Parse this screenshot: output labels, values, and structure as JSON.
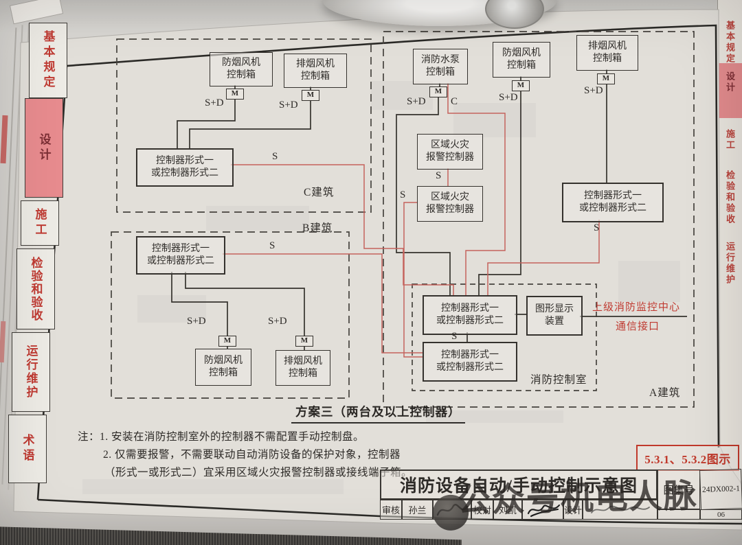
{
  "photo": {
    "watermark_text": "公众号机电人脉"
  },
  "sidebar": {
    "tabs": [
      {
        "label": "基本规定",
        "active": false
      },
      {
        "label": "设计",
        "active": true
      },
      {
        "label": "施工",
        "active": false
      },
      {
        "label": "检验和验收",
        "active": false
      },
      {
        "label": "运行维护",
        "active": false
      },
      {
        "label": "术语",
        "active": false
      }
    ]
  },
  "edge_tabs": {
    "t0": "基本规定",
    "t1": "设计",
    "t2": "施工",
    "t3": "检验和验收",
    "t4": "运行维护"
  },
  "diagram": {
    "caption": "方案三（两台及以上控制器）",
    "regions": {
      "building_c": "C建筑",
      "building_b": "B建筑",
      "building_a": "A建筑",
      "control_room": "消防控制室",
      "uplink_line1": "上级消防监控中心",
      "uplink_line2": "通信接口"
    },
    "boxes": {
      "c_smoke_fan": "防烟风机\n控制箱",
      "c_exhaust_fan": "排烟风机\n控制箱",
      "c_controller": "控制器形式一\n或控制器形式二",
      "b_controller": "控制器形式一\n或控制器形式二",
      "b_smoke_fan": "防烟风机\n控制箱",
      "b_exhaust_fan": "排烟风机\n控制箱",
      "a_pump": "消防水泵\n控制箱",
      "a_smoke_fan": "防烟风机\n控制箱",
      "a_exhaust_fan": "排烟风机\n控制箱",
      "a_alarm1": "区域火灾\n报警控制器",
      "a_alarm2": "区域火灾\n报警控制器",
      "a_controller": "控制器形式一\n或控制器形式二",
      "cr_controller1": "控制器形式一\n或控制器形式二",
      "cr_display": "图形显示\n装置",
      "cr_controller2": "控制器形式一\n或控制器形式二"
    },
    "wire_labels": {
      "sd": "S+D",
      "s": "S",
      "c": "C",
      "m": "M"
    }
  },
  "notes": {
    "lines": [
      "注：1. 安装在消防控制室外的控制器不需配置手动控制盘。",
      "2. 仅需要报警，不需要联动自动消防设备的保护对象，控制器",
      "（形式一或形式二）宜采用区域火灾报警控制器或接线端子箱。"
    ]
  },
  "title_block": {
    "section_ref": "5.3.1、5.3.2图示",
    "title": "消防设备自动/手动控制示意图",
    "atlas_label": "图集号",
    "atlas_no": "24DX002-1",
    "page_no": "06",
    "reviewer_label": "审核",
    "reviewer": "孙兰",
    "checker_label": "校对",
    "checker": "刘凯",
    "designer_label": "设计"
  }
}
